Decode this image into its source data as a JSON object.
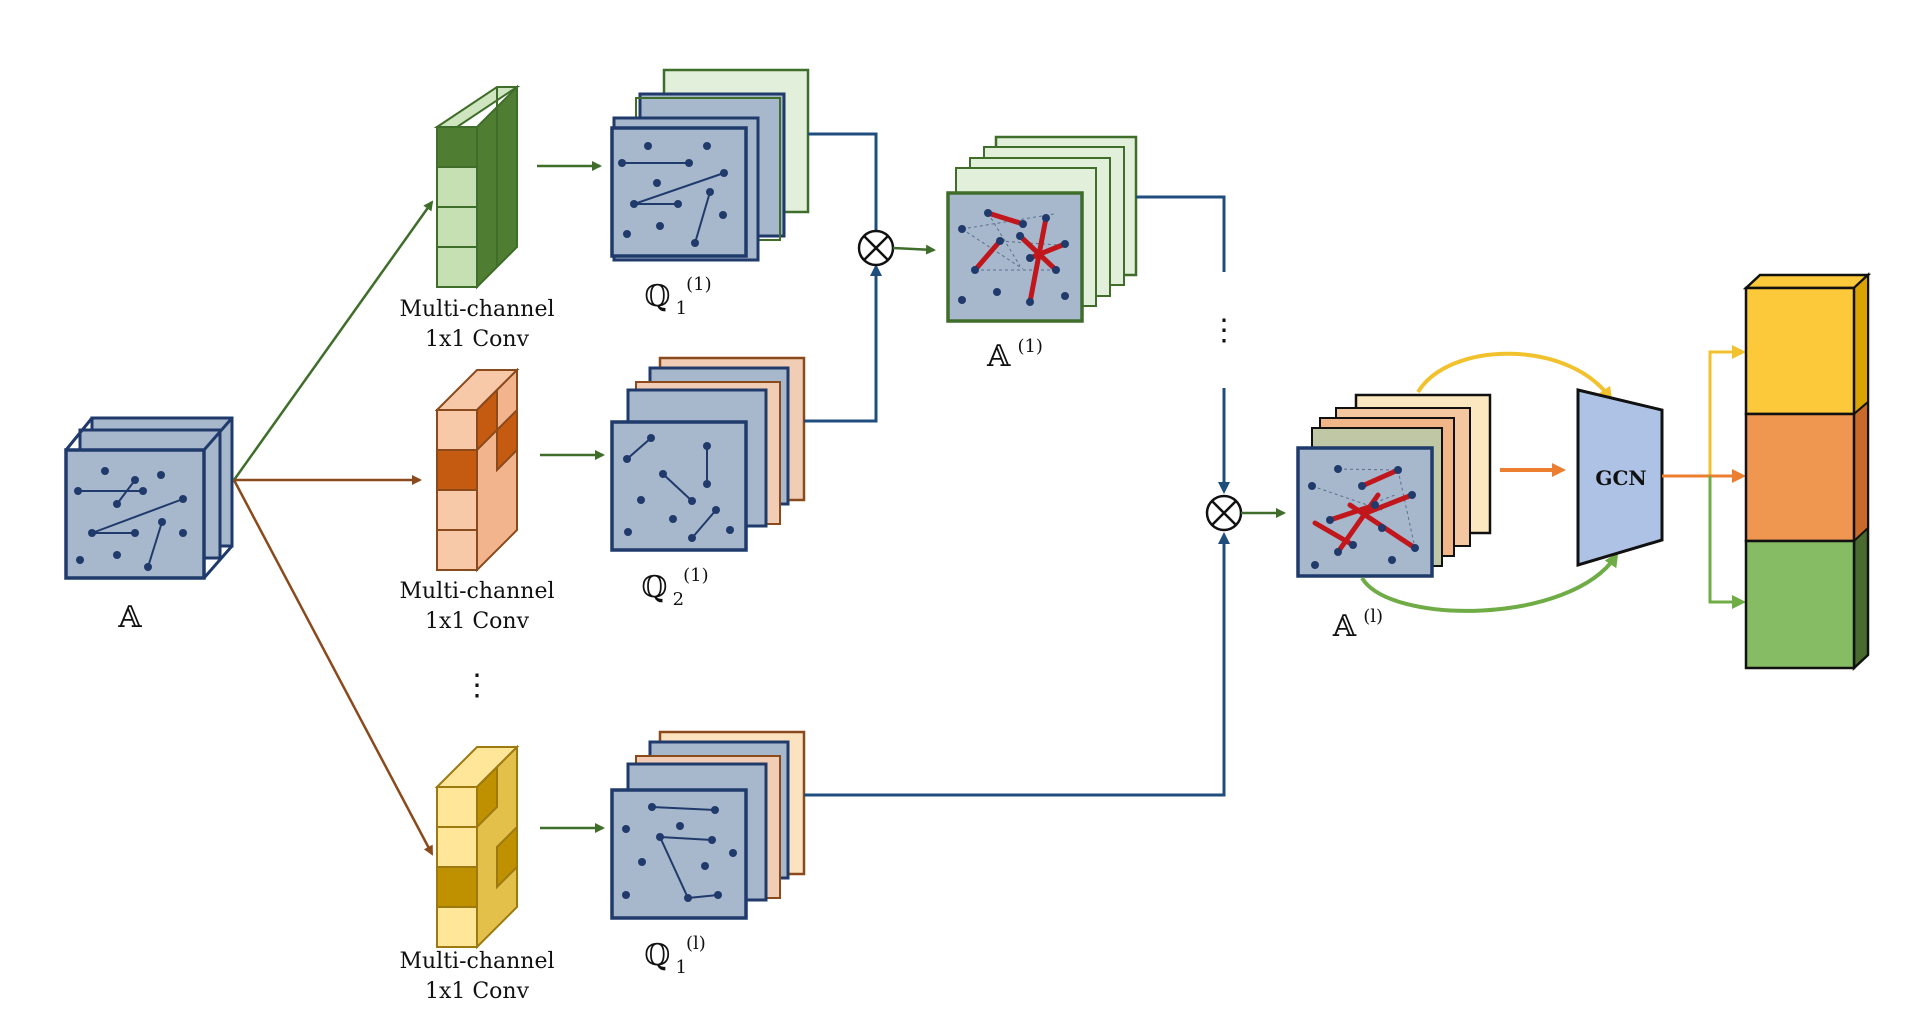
{
  "conv_label_line1": "Multi-channel",
  "conv_label_line2": "1x1 Conv",
  "input_symbol": "𝔸",
  "q_symbol": "ℚ",
  "q1_sub": "1",
  "q1_sup": "(1)",
  "q2_sub": "2",
  "q2_sup": "(1)",
  "ql_sub": "1",
  "ql_sup": "(l)",
  "a1_sup": "(1)",
  "al_sup": "(l)",
  "gcn_label": "GCN",
  "ellipsis": "⋮",
  "colors": {
    "graph_fill": "#a8b8cc",
    "graph_border": "#1f3a6b",
    "node": "#1f3a6b",
    "highlight_edge": "#c0161c",
    "green_line": "#3f6d2a",
    "brown_line": "#8a4a1c",
    "blue_line": "#1f4e7d",
    "yellow_arc": "#f2c12e",
    "green_arc": "#6fac46",
    "orange_arrow": "#ec7e30",
    "gcn_fill": "#aec2e6",
    "out_yellow": "#fcc93a",
    "out_orange": "#ef9650",
    "out_green": "#86bc64"
  }
}
